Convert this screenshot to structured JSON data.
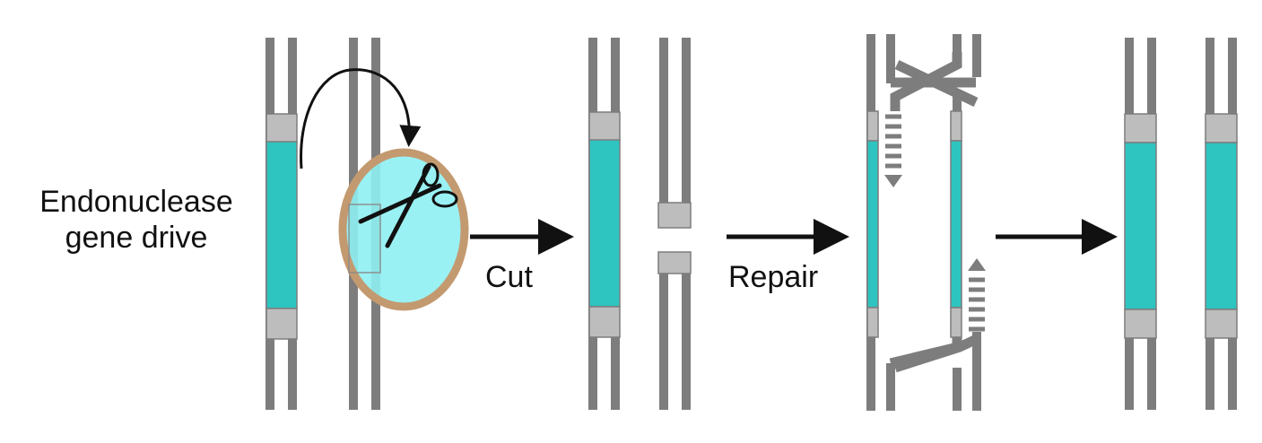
{
  "labels": {
    "title_line1": "Endonuclease",
    "title_line2": "gene drive",
    "step1": "Cut",
    "step2": "Repair"
  },
  "colors": {
    "strand": "#7d7d7d",
    "flank": "#bdbdbd",
    "cassette": "#2ec4c0",
    "enzyme_fill": "#8ff0f2",
    "enzyme_ring": "#c39a70",
    "arrow": "#111111"
  },
  "icons": {
    "scissors": "scissors-icon",
    "arrow": "arrow-right-icon"
  }
}
